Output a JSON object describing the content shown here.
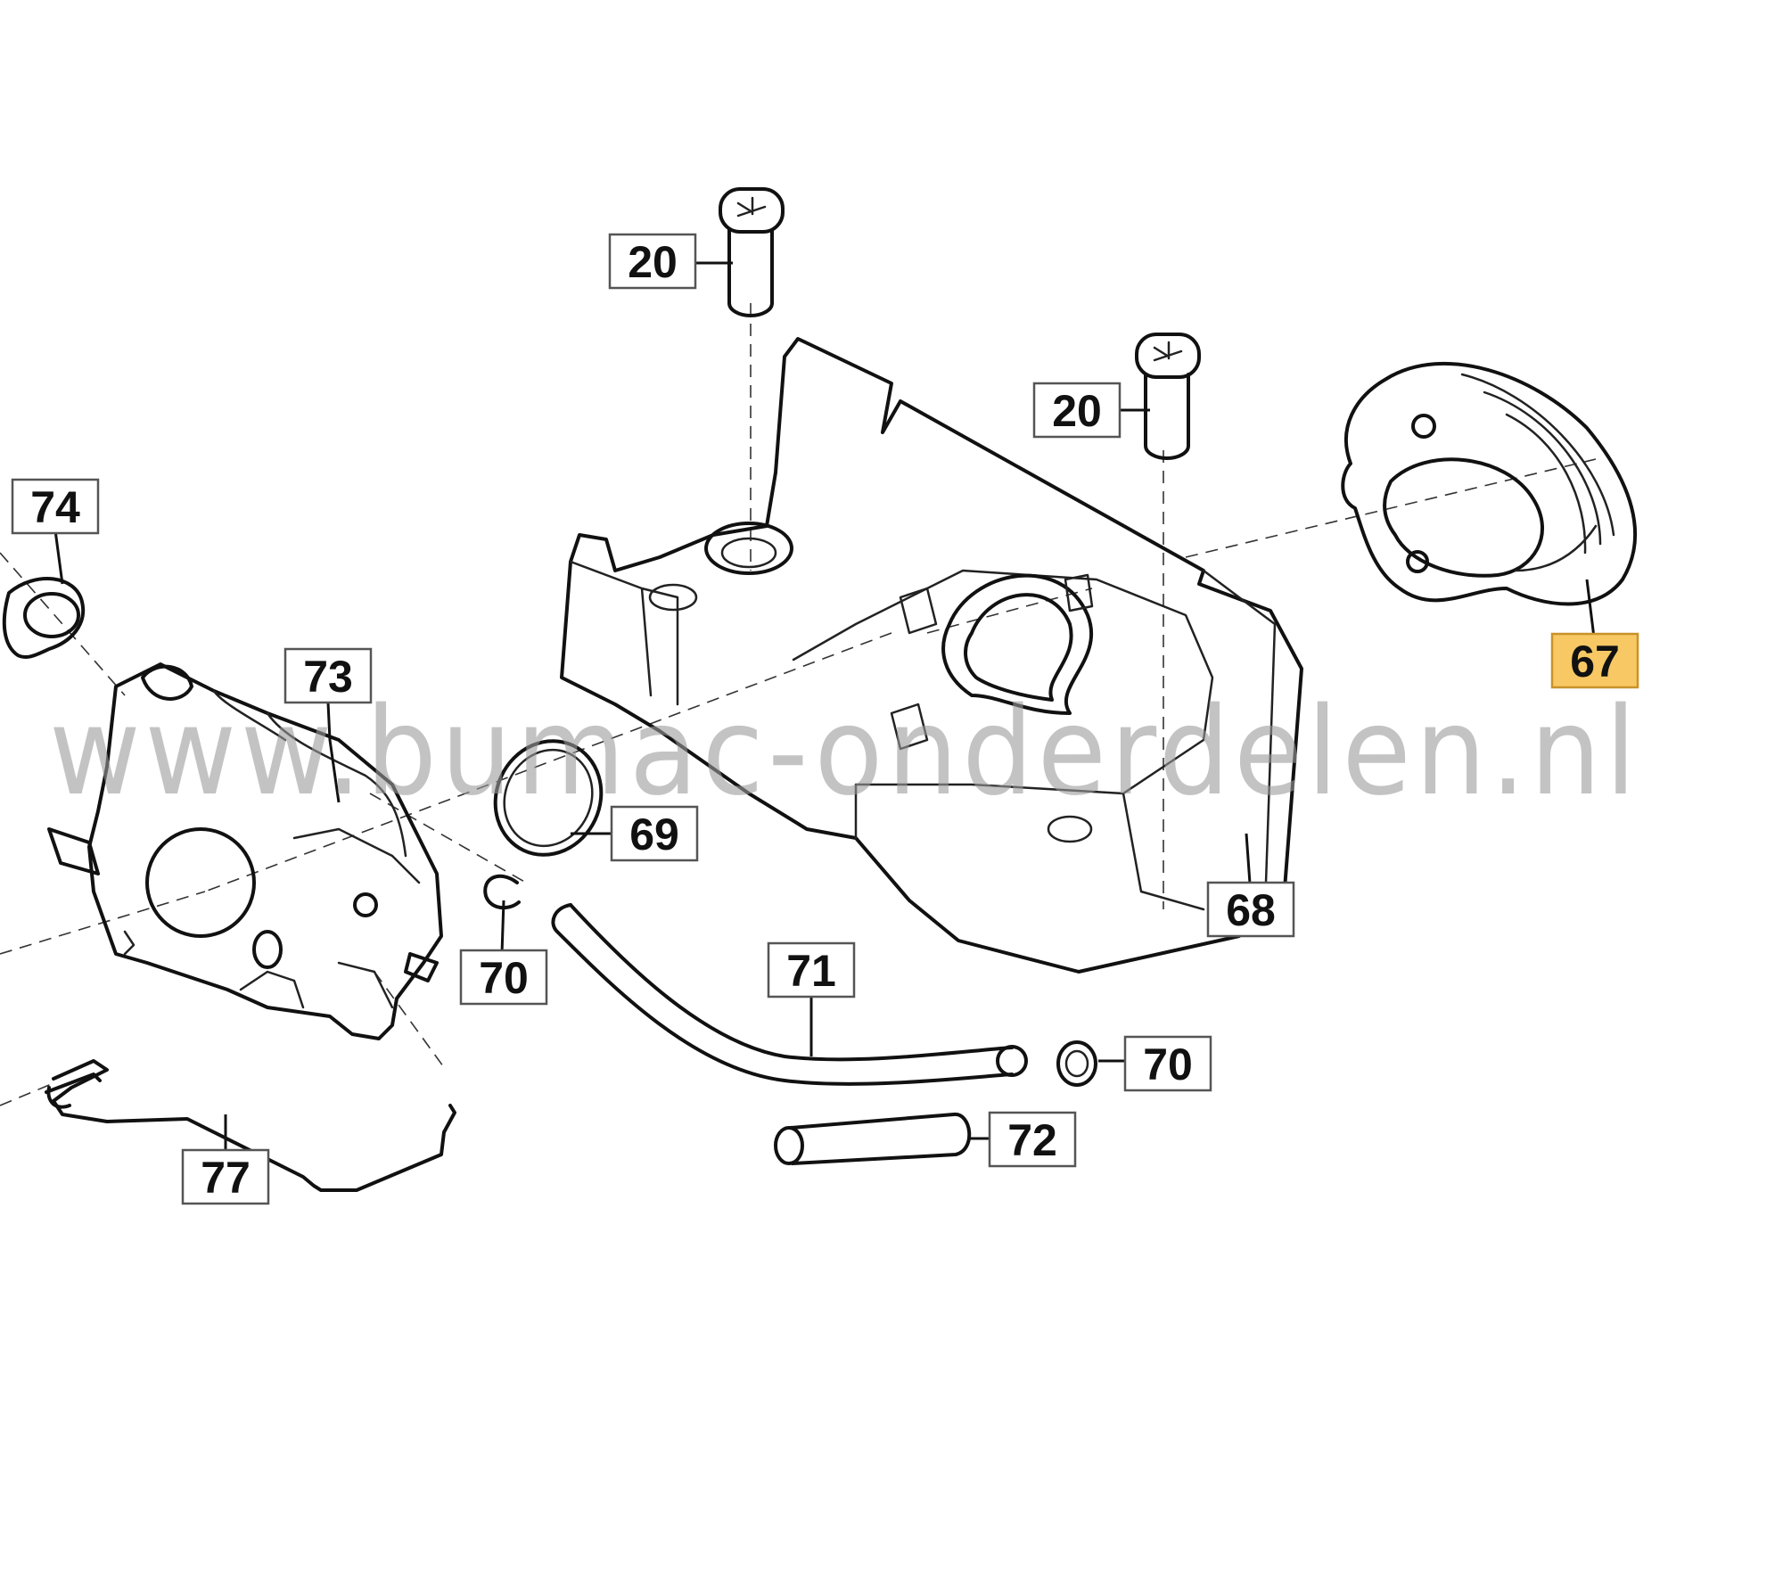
{
  "diagram": {
    "watermark": "www.bumac-onderdelen.nl",
    "highlight_color": "#f7c863",
    "callouts": [
      {
        "id": "c20a",
        "label": "20"
      },
      {
        "id": "c20b",
        "label": "20"
      },
      {
        "id": "c74",
        "label": "74"
      },
      {
        "id": "c73",
        "label": "73"
      },
      {
        "id": "c67",
        "label": "67",
        "highlighted": true
      },
      {
        "id": "c69",
        "label": "69"
      },
      {
        "id": "c68",
        "label": "68"
      },
      {
        "id": "c70a",
        "label": "70"
      },
      {
        "id": "c71",
        "label": "71"
      },
      {
        "id": "c70b",
        "label": "70"
      },
      {
        "id": "c72",
        "label": "72"
      },
      {
        "id": "c77",
        "label": "77"
      }
    ]
  }
}
